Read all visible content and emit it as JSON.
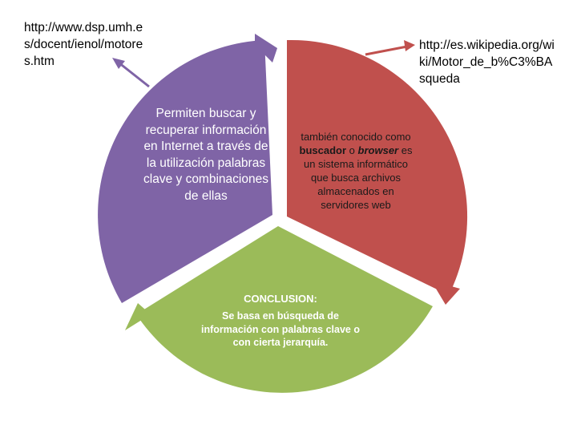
{
  "links": {
    "left_url": "http://www.dsp.umh.es/docent/ienol/motores.htm",
    "right_url": "http://es.wikipedia.org/wiki/Motor_de_b%C3%BAsqueda"
  },
  "segments": {
    "purple": {
      "text": "Permiten buscar y recuperar información en Internet a través de la utilización palabras clave y combinaciones de ellas",
      "color": "#7f64a6"
    },
    "red": {
      "text_1": "también conocido como ",
      "bold_1": "buscador",
      "text_2": " o ",
      "bold_italic": "browser",
      "text_3": " es un sistema informático que busca archivos almacenados en servidores web",
      "color": "#c0504d"
    },
    "green": {
      "heading": "CONCLUSION:",
      "body": "Se basa en búsqueda de información con palabras clave o con cierta jerarquía.",
      "color": "#9bbb59"
    }
  },
  "arrows": {
    "left_color": "#7f64a6",
    "right_color": "#c0504d"
  }
}
